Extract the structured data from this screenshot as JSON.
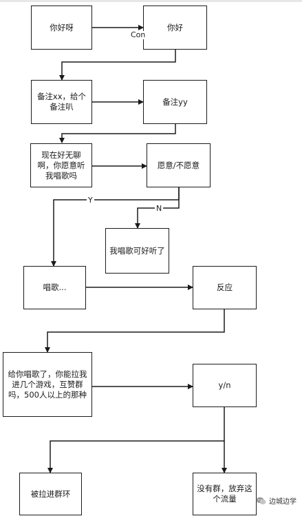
{
  "nodes": {
    "n1": "你好呀",
    "n2": "你好",
    "n3": "备注xx，给个备注叭",
    "n4": "备注yy",
    "n5": "现在好无聊啊，你愿意听我唱歌吗",
    "n6": "愿意/不愿意",
    "n7": "我唱歌可好听了",
    "n8": "唱歌...",
    "n9": "反应",
    "n10": "给你唱歌了，你能拉我进几个游戏，互赞群吗，500人以上的那种",
    "n11": "y/n",
    "n12": "被拉进群环",
    "n13": "没有群，放弃这个流量"
  },
  "edge_labels": {
    "con": "Con",
    "yes": "Y",
    "no": "N"
  },
  "watermark": {
    "text": "边城边学"
  }
}
